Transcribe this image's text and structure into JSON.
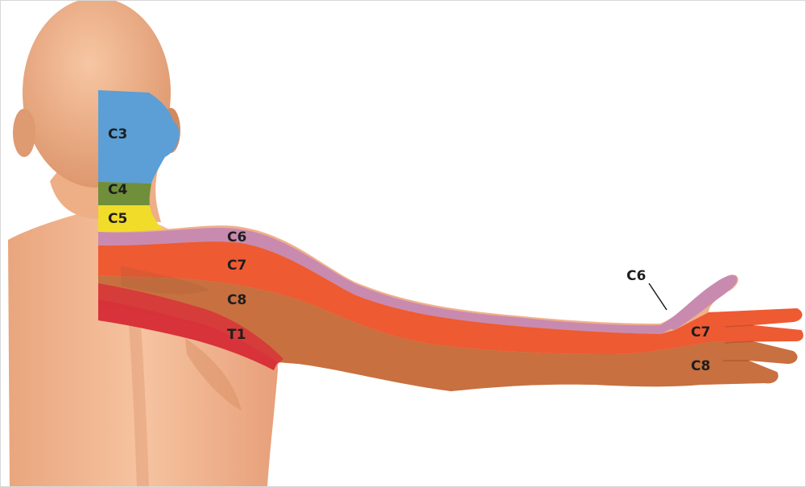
{
  "figure": {
    "labels": {
      "c3": "C3",
      "c4": "C4",
      "c5": "C5",
      "c6_shoulder": "C6",
      "c7_arm": "C7",
      "c8_arm": "C8",
      "t1": "T1",
      "c6_thumb": "C6",
      "c7_hand": "C7",
      "c8_hand": "C8"
    },
    "colors": {
      "skin": "#f2b48d",
      "skin_shadow": "#d98f64",
      "c3": "#5b9fd6",
      "c4": "#6f8f3a",
      "c5": "#f2dc2a",
      "c6": "#c98ab0",
      "c7": "#ee5a32",
      "c8": "#c8703f",
      "t1": "#d8323a"
    }
  }
}
